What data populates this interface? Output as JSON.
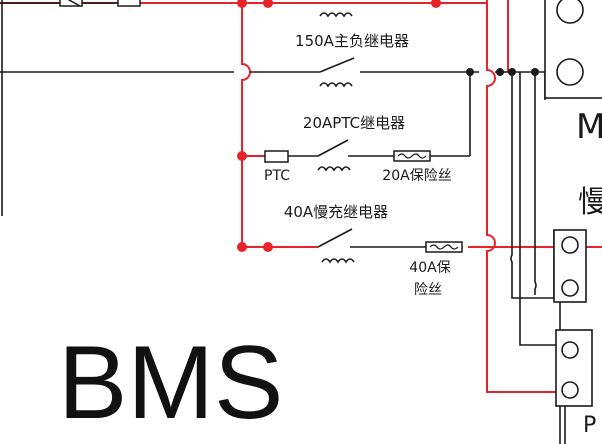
{
  "relays": {
    "main_150a": "150A主负继电器",
    "ptc_20a": "20APTC继电器",
    "slow_charge_40a": "40A慢充继电器"
  },
  "components": {
    "ptc": "PTC",
    "fuse_20a": "20A保险丝",
    "fuse_40a_line1": "40A保",
    "fuse_40a_line2": "险丝"
  },
  "blocks": {
    "bms": "BMS",
    "right_label_top": "M",
    "right_label_mid": "慢",
    "right_label_bottom": "P"
  },
  "colors": {
    "wire_red": "#e8242b",
    "wire_black": "#1a1a1a"
  }
}
